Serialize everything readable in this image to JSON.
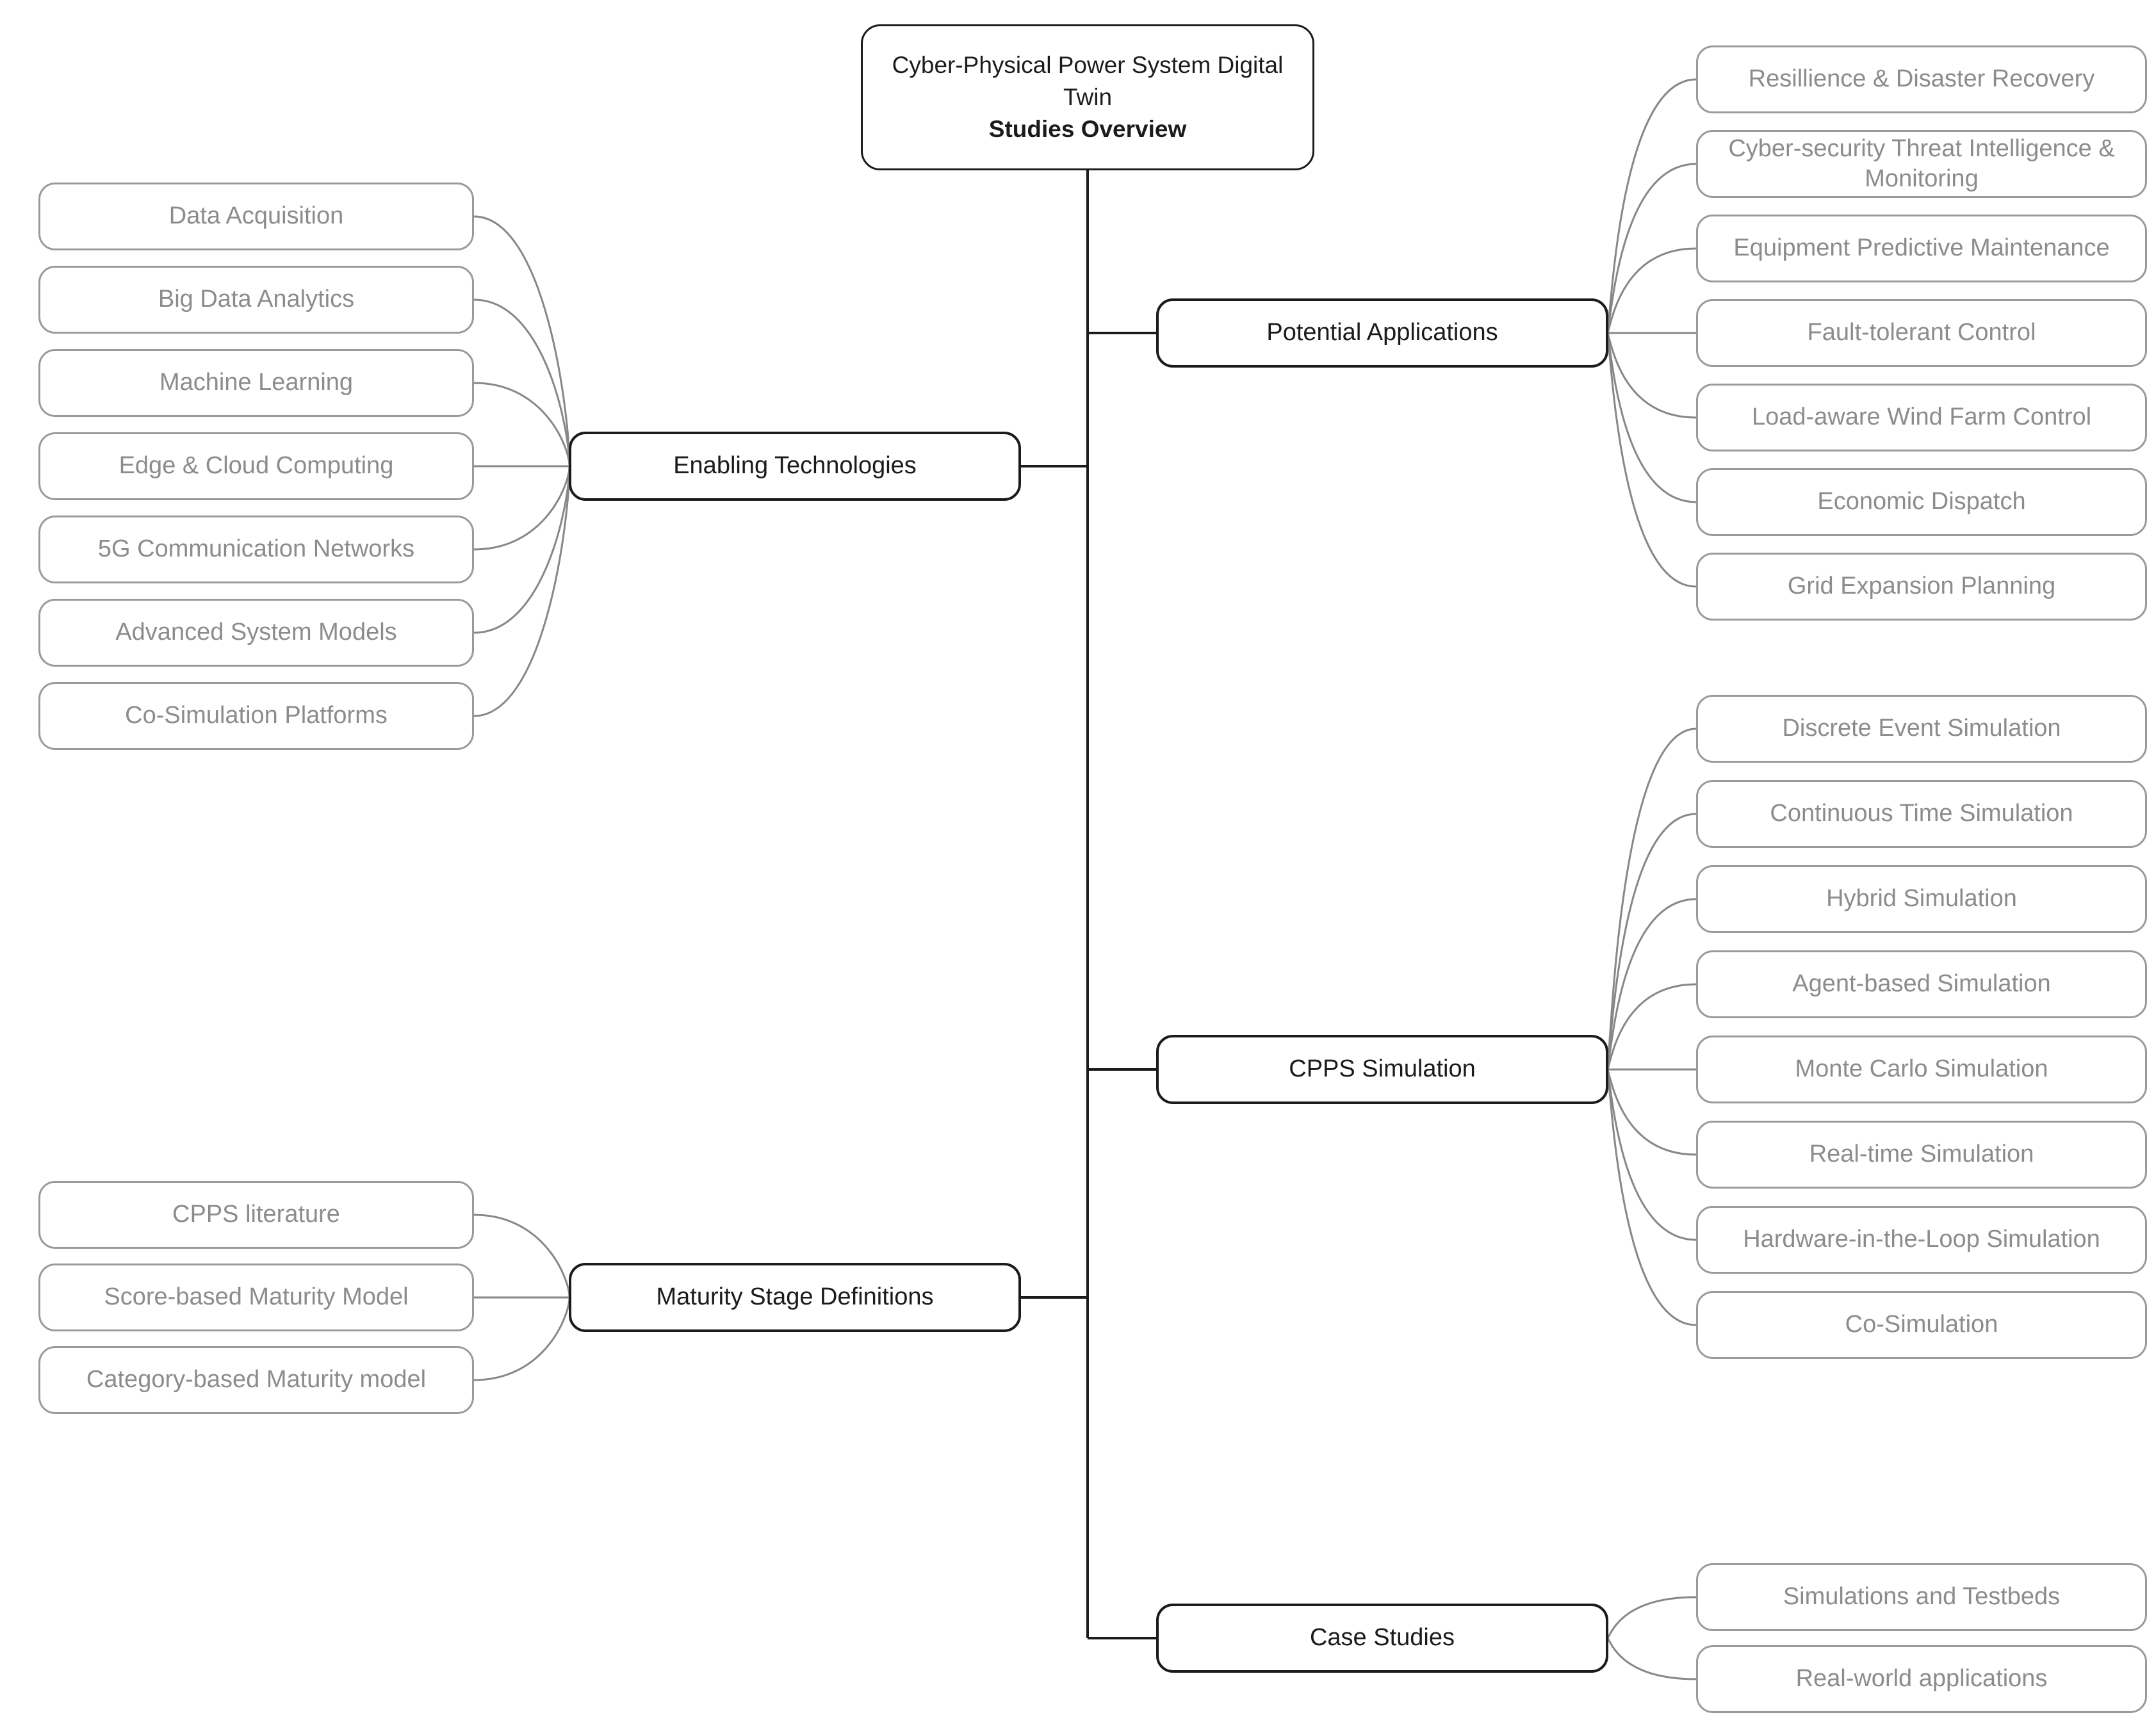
{
  "title": {
    "line1": "Cyber-Physical Power System Digital Twin",
    "line2": "Studies Overview"
  },
  "colors": {
    "background": "#ffffff",
    "trunk_line": "#1b1b1b",
    "main_node_border": "#1b1b1b",
    "main_node_text": "#1b1b1b",
    "child_node_border": "#9a9a9a",
    "child_node_text": "#8c8c8c",
    "child_curve_line": "#878787"
  },
  "branches": [
    {
      "id": "enabling-technologies",
      "label": "Enabling Technologies",
      "side": "left",
      "children": [
        "Data Acquisition",
        "Big Data Analytics",
        "Machine Learning",
        "Edge & Cloud Computing",
        "5G Communication Networks",
        "Advanced System Models",
        "Co-Simulation Platforms"
      ]
    },
    {
      "id": "potential-applications",
      "label": "Potential Applications",
      "side": "right",
      "children": [
        "Resillience & Disaster Recovery",
        "Cyber-security Threat Intelligence & Monitoring",
        "Equipment Predictive Maintenance",
        "Fault-tolerant Control",
        "Load-aware Wind Farm Control",
        "Economic Dispatch",
        "Grid Expansion Planning"
      ]
    },
    {
      "id": "cpps-simulation",
      "label": "CPPS Simulation",
      "side": "right",
      "children": [
        "Discrete Event Simulation",
        "Continuous Time Simulation",
        "Hybrid Simulation",
        "Agent-based Simulation",
        "Monte Carlo Simulation",
        "Real-time Simulation",
        "Hardware-in-the-Loop Simulation",
        "Co-Simulation"
      ]
    },
    {
      "id": "maturity-stage-definitions",
      "label": "Maturity Stage Definitions",
      "side": "left",
      "children": [
        "CPPS literature",
        "Score-based Maturity Model",
        "Category-based Maturity model"
      ]
    },
    {
      "id": "case-studies",
      "label": "Case Studies",
      "side": "right",
      "children": [
        "Simulations and Testbeds",
        "Real-world applications"
      ]
    }
  ]
}
